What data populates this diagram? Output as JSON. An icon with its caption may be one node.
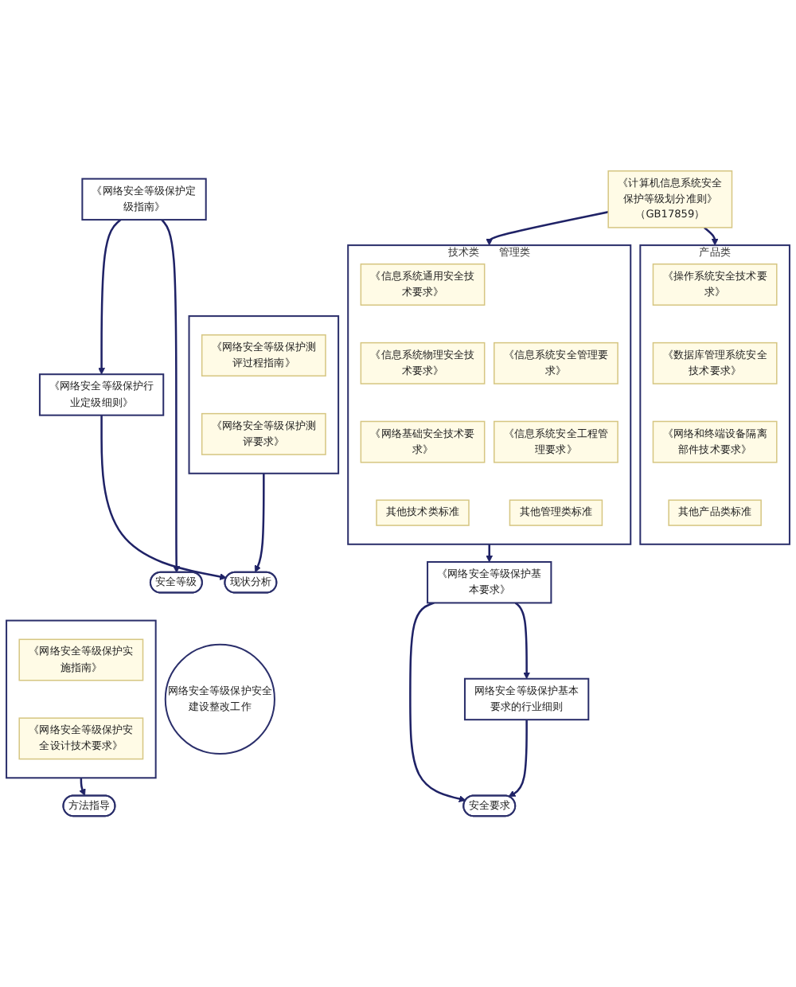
{
  "diagram": {
    "nodes": [
      {
        "text": [
          "《网络安全等级保护定级指南》"
        ]
      },
      {
        "text": [
          "《网络安全等级保护行业定级细则》"
        ]
      },
      {
        "text": [],
        "shape": "box"
      },
      {
        "text": [
          "《网络安全等级保护测评过程指南》"
        ],
        "in": 2
      },
      {
        "text": [
          "《网络安全等级保护测评要求》"
        ],
        "in": 2
      },
      {
        "text": [
          "安全等级"
        ]
      },
      {
        "text": [
          "现状分析"
        ]
      },
      {
        "text": [
          "网络安全等级保护安全建设整改工作"
        ]
      },
      {
        "text": [
          "方法指导"
        ]
      },
      {
        "text": [
          "安全要求"
        ]
      },
      {
        "text": [],
        "shape": "box"
      },
      {
        "text": [
          "《网络安全等级保护实施指南》"
        ],
        "in": 10
      },
      {
        "text": [
          "《网络安全等级保护安全设计技术要求》"
        ],
        "in": 10
      },
      {
        "text": [
          "网络安全等级保护基本要求的行业细则"
        ]
      },
      {
        "text": [
          "《网络安全等级保护基本要求》"
        ]
      },
      {
        "text": [
          "技术类",
          "管理类"
        ]
      },
      {
        "text": [
          "《信息系统通用安全技术要求》"
        ],
        "in": 15
      },
      {
        "text": [
          "《信息系统物理安全技术要求》"
        ],
        "in": 15
      },
      {
        "text": [
          "《网络基础安全技术要求》"
        ],
        "in": 15
      },
      {
        "text": [
          "其他技术类标准"
        ],
        "in": 15
      },
      {
        "text": [
          "《信息系统安全管理要求》"
        ],
        "in": 15
      },
      {
        "text": [
          "《信息系统安全工程管理要求》"
        ],
        "in": 15
      },
      {
        "text": [
          "其他管理类标准"
        ],
        "in": 15
      },
      {
        "text": [
          "产品类"
        ]
      },
      {
        "text": [
          "《操作系统安全技术要求》"
        ],
        "in": 23
      },
      {
        "text": [
          "《数据库管理系统安全技术要求》"
        ],
        "in": 23
      },
      {
        "text": [
          "《网络和终端设备隔离部件技术要求》"
        ],
        "in": 23
      },
      {
        "text": [
          "其他产品类标准"
        ],
        "in": 23
      },
      {
        "text": [
          "《计算机信息系统安全保护等级划分准则》（GB17859）"
        ]
      }
    ],
    "edges": [
      {
        "from": 0,
        "to": 1,
        "arrow": "to"
      },
      {
        "from": 0,
        "to": 5,
        "arrow": "to"
      },
      {
        "from": 1,
        "to": 6,
        "arrow": "to"
      },
      {
        "from": 2,
        "to": 6,
        "arrow": "to"
      },
      {
        "from": 10,
        "to": 8,
        "arrow": "to"
      },
      {
        "from": 13,
        "to": 9,
        "arrow": "to"
      },
      {
        "from": 14,
        "to": 9,
        "arrow": "to"
      },
      {
        "from": 14,
        "to": 13,
        "arrow": "to"
      },
      {
        "from": 15,
        "to": 14,
        "arrow": "to"
      },
      {
        "from": 28,
        "to": 15,
        "arrow": "to"
      },
      {
        "from": 28,
        "to": 23,
        "arrow": "to"
      }
    ]
  }
}
